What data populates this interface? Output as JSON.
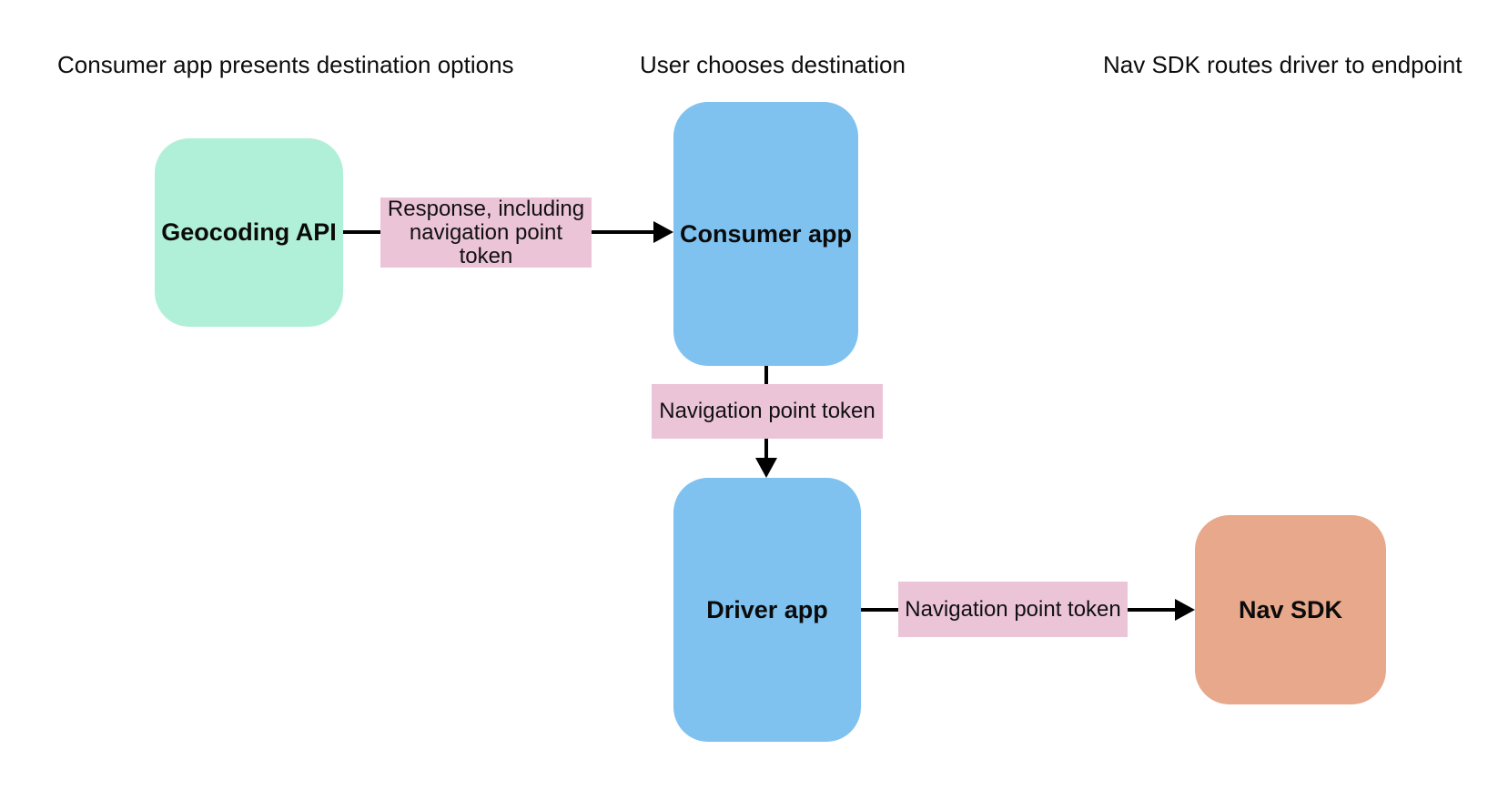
{
  "diagram": {
    "stage_headings": [
      "Consumer app presents destination options",
      "User chooses destination",
      "Nav SDK routes driver to endpoint"
    ],
    "nodes": {
      "geocoding_api": {
        "label": "Geocoding API",
        "color": "#b1f0d8"
      },
      "consumer_app": {
        "label": "Consumer app",
        "color": "#7fc2f0"
      },
      "driver_app": {
        "label": "Driver app",
        "color": "#7fc2f0"
      },
      "nav_sdk": {
        "label": "Nav SDK",
        "color": "#e7a88c"
      }
    },
    "edges": {
      "geocoding_to_consumer": {
        "label": "Response, including navigation point token"
      },
      "consumer_to_driver": {
        "label": "Navigation point token"
      },
      "driver_to_navsdk": {
        "label": "Navigation point token"
      }
    },
    "edge_label_background": "#ecc4d8",
    "arrow_color": "#000000",
    "background_color": "#ffffff",
    "heading_text_color": "#0d0d0d"
  }
}
